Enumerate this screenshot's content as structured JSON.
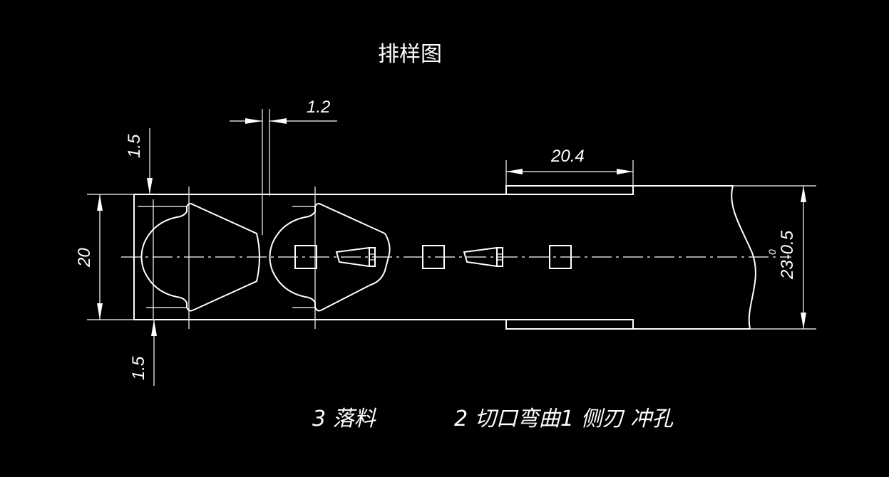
{
  "title": "排样图",
  "dimensions": {
    "gap": "1.2",
    "top_margin": "1.5",
    "bottom_margin": "1.5",
    "part_width": "20",
    "trim_length": "20.4",
    "strip_width": "23-0.5",
    "tolerance_upper": "0"
  },
  "stations": [
    {
      "label": "3 落料"
    },
    {
      "label": "2 切口弯曲"
    },
    {
      "label": "1 侧刃 冲孔"
    }
  ],
  "colors": {
    "background": "#000000",
    "line": "#ffffff"
  }
}
